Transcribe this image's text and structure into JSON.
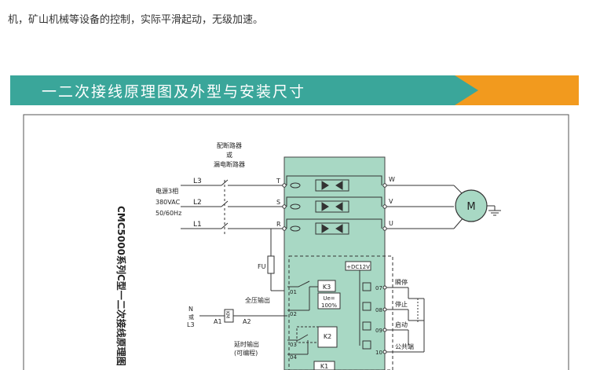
{
  "intro_text": "机，矿山机械等设备的控制，实际平滑起动，无级加速。",
  "section_title": "一二次接线原理图及外型与安装尺寸",
  "colors": {
    "teal": "#3aa69a",
    "orange": "#f29a1e",
    "panel": "#a8d8c4"
  },
  "diagram": {
    "vertical_title": "CMC5000系列C型一二次接线原理图",
    "breaker_label_1": "配断路器",
    "breaker_label_2": "或",
    "breaker_label_3": "漏电断路器",
    "power_label_1": "电源3相",
    "power_label_2": "380VAC",
    "power_label_3": "50/60Hz",
    "lines_in": [
      "L3",
      "L2",
      "L1"
    ],
    "terminals_in": [
      "T",
      "S",
      "R"
    ],
    "terminals_out": [
      "W",
      "V",
      "U"
    ],
    "motor": "M",
    "fuse": "FU",
    "dc_supply": "+DC12V",
    "k3": "K3",
    "ue_1": "Ue=",
    "ue_2": "100%",
    "k2": "K2",
    "k1": "K1",
    "full_voltage_out": "全压输出",
    "delay_out_1": "延时输出",
    "delay_out_2": "(可编程)",
    "n_label": "N",
    "or_label": "或",
    "l3_label": "L3",
    "km": "KM",
    "a1": "A1",
    "a2": "A2",
    "t01": "01",
    "t02": "02",
    "t03": "03",
    "t04": "04",
    "t07": "07",
    "t08": "08",
    "t09": "09",
    "t10": "10",
    "stop_instant": "瞬停",
    "stop": "停止",
    "start": "启动",
    "common": "公共端"
  }
}
